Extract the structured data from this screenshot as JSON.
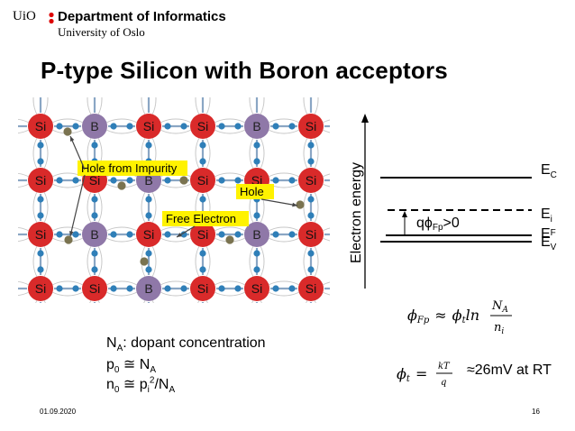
{
  "header": {
    "uio": "UiO",
    "department": "Department of Informatics",
    "university": "University of Oslo"
  },
  "title": "P-type Silicon with Boron acceptors",
  "lattice": {
    "rows": [
      [
        "Si",
        "B",
        "Si",
        "Si",
        "B",
        "Si"
      ],
      [
        "Si",
        "Si",
        "B",
        "Si",
        "Si",
        "Si"
      ],
      [
        "Si",
        "B",
        "Si",
        "Si",
        "B",
        "Si"
      ],
      [
        "Si",
        "Si",
        "B",
        "Si",
        "Si",
        "Si"
      ]
    ],
    "labels": {
      "hole_from_impurity": "Hole from Impurity",
      "hole": "Hole",
      "free_electron": "Free Electron"
    },
    "colors": {
      "si": "#d92a2a",
      "b": "#8f78a8",
      "label_bg": "#fff200",
      "electron": "#2f7fb8",
      "hole": "#7a7350"
    }
  },
  "band_diagram": {
    "ylabel": "Electron energy",
    "levels": [
      "E",
      "E",
      "E",
      "E"
    ],
    "level_subscripts": [
      "C",
      "i",
      "F",
      "V"
    ],
    "annotation_main": "qϕ",
    "annotation_sub": "Fp",
    "annotation_rest": ">0"
  },
  "formulas": {
    "phi_fp": {
      "lhs": "ϕ",
      "lhs_sub": "Fp",
      "rel": "≈",
      "rhs": "ϕ",
      "rhs_sub": "t",
      "ln": "ln",
      "num": "N",
      "num_sub": "A",
      "den": "n",
      "den_sub": "i"
    },
    "phi_t": {
      "lhs": "ϕ",
      "lhs_sub": "t",
      "rel": "=",
      "num": "kT",
      "den": "q",
      "value": "≈26mV at RT"
    }
  },
  "equations": {
    "na_main": "N",
    "na_sub": "A",
    "na_rest": ": dopant concentration",
    "p0_main": "p",
    "p0_sub": "0",
    "p0_rel": " ≅ N",
    "p0_sub2": "A",
    "n0_main": "n",
    "n0_sub": "0",
    "n0_rel": " ≅ p",
    "n0_sub2": "i",
    "n0_sup": "2",
    "n0_rest": "/N",
    "n0_sub3": "A"
  },
  "footer": {
    "date": "01.09.2020",
    "page": "16"
  }
}
